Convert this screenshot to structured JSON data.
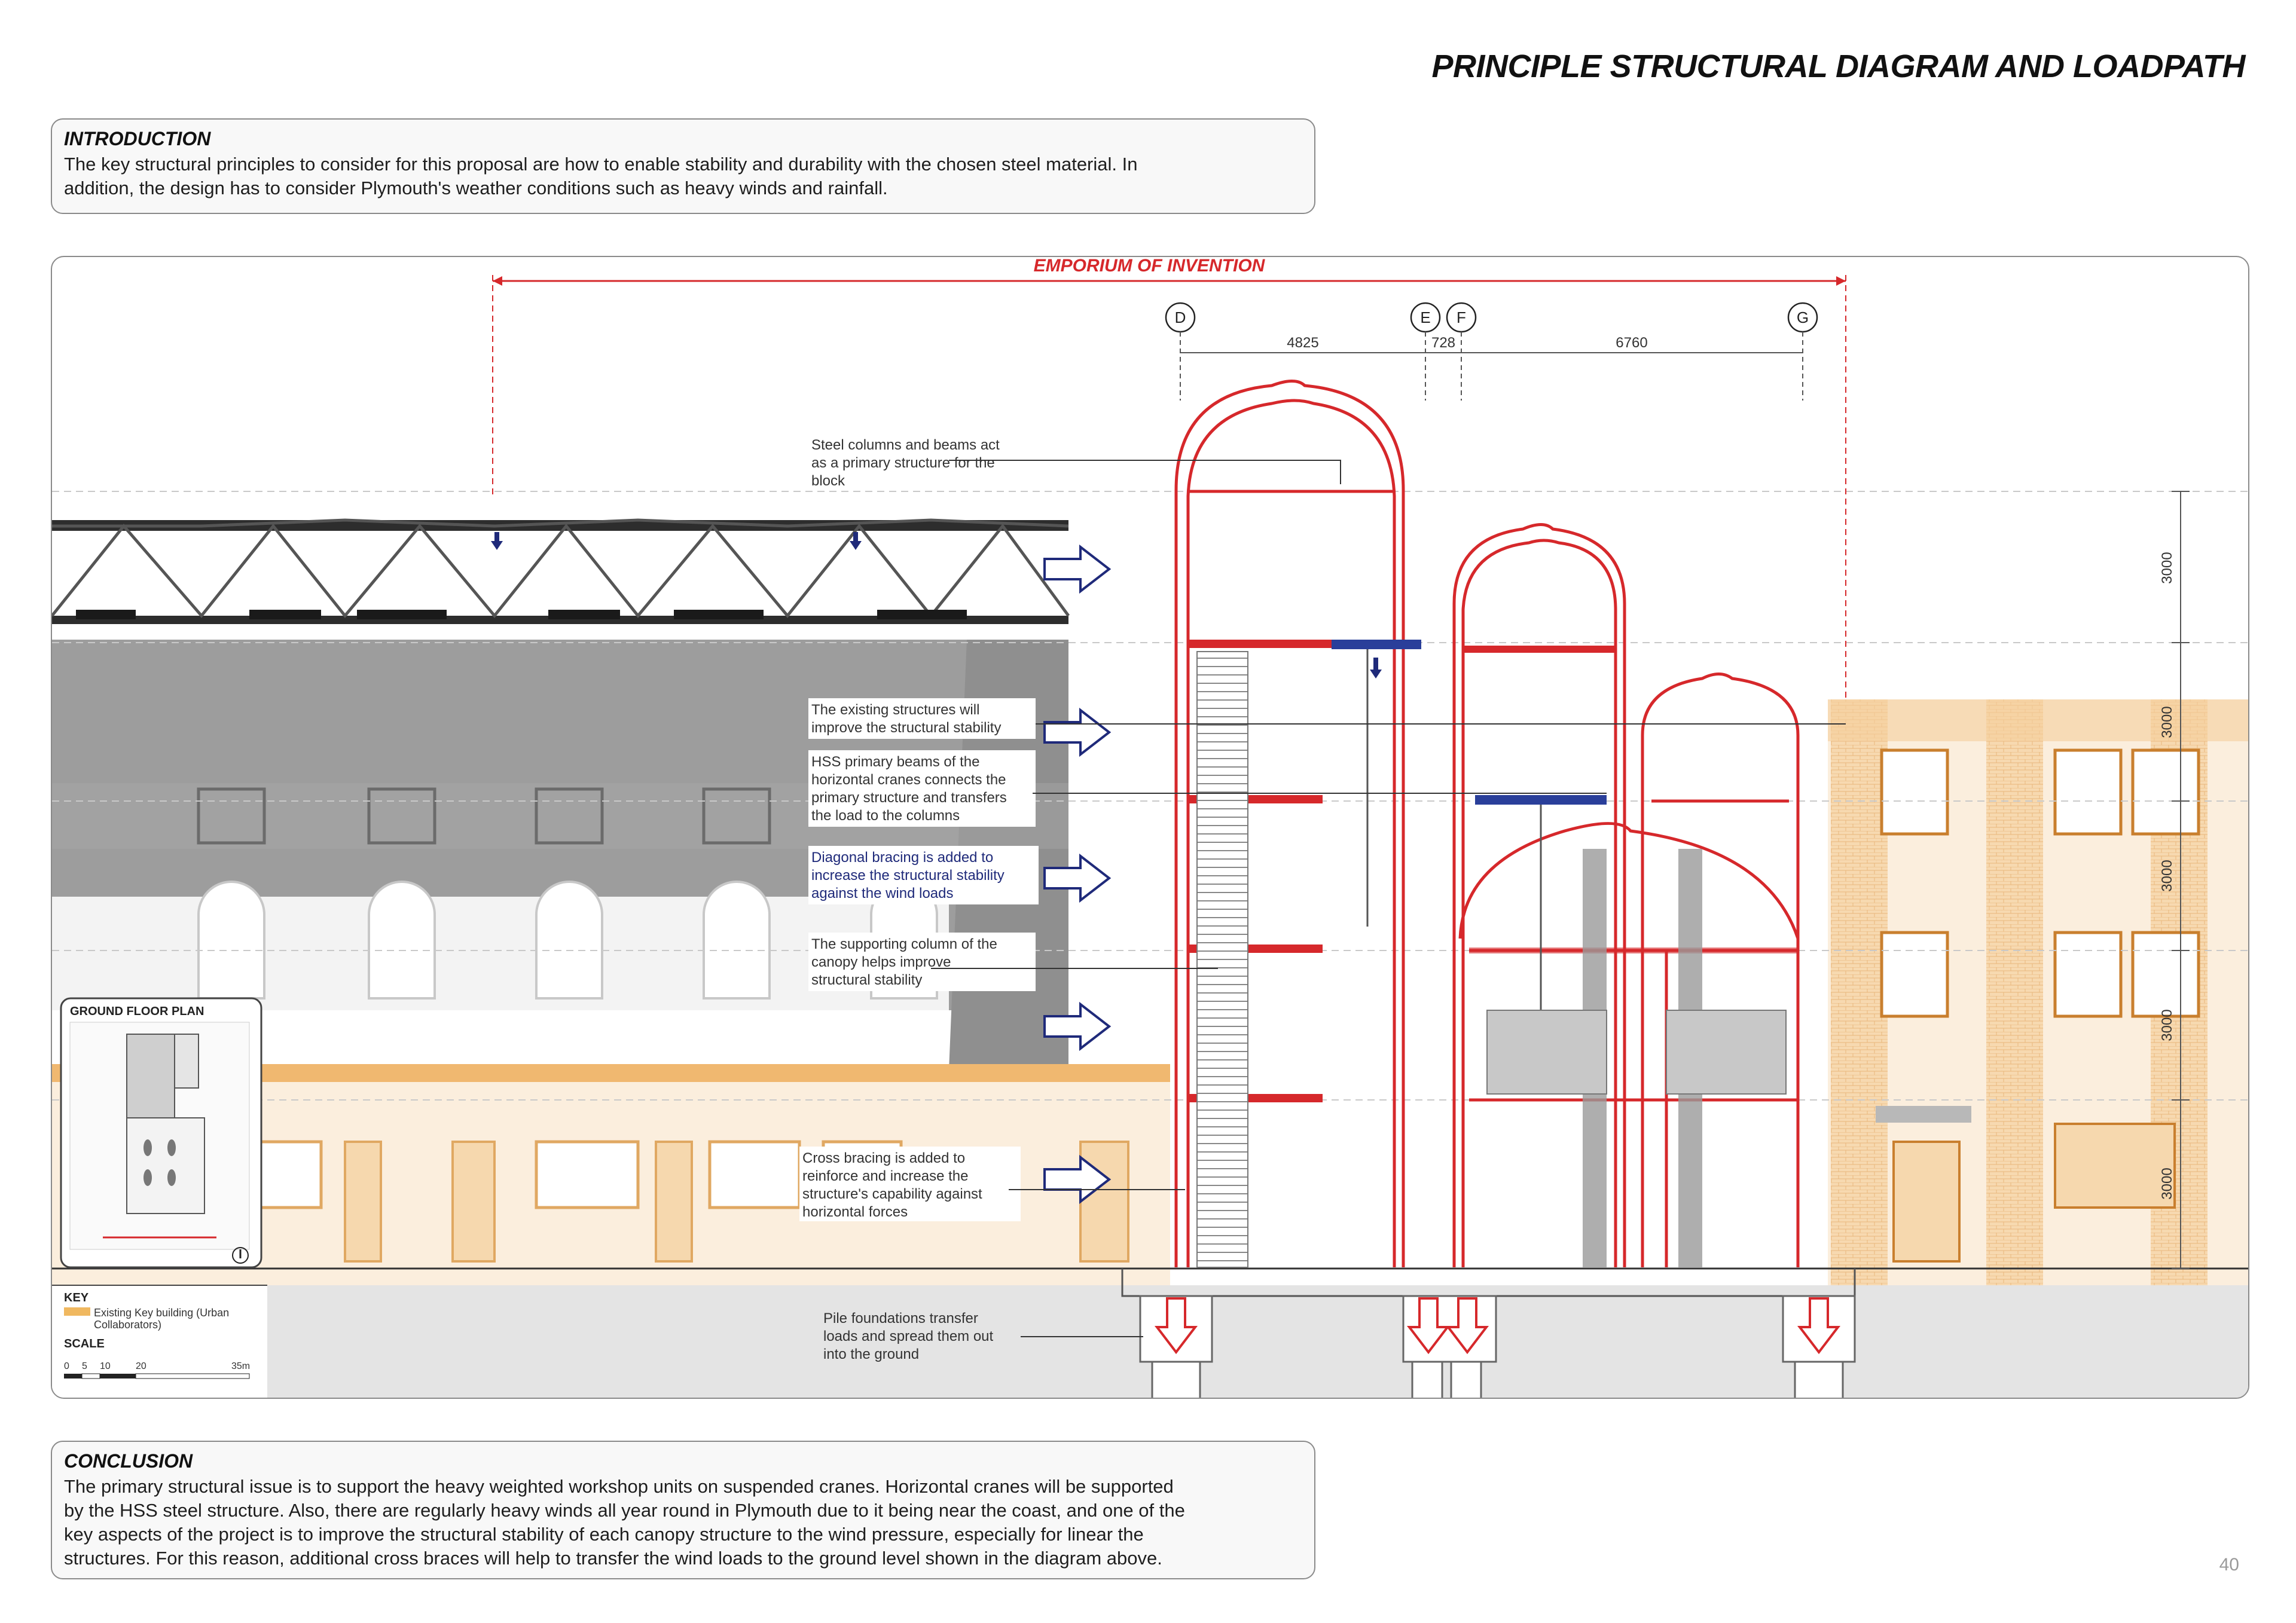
{
  "page_title": "PRINCIPLE STRUCTURAL DIAGRAM AND LOADPATH",
  "introduction": {
    "heading": "INTRODUCTION",
    "line1": "The key structural principles to consider for this proposal are how to enable stability and durability with the chosen steel material. In",
    "line2": "addition, the design has to consider Plymouth's weather conditions such as heavy winds and rainfall."
  },
  "diagram": {
    "project_label": "EMPORIUM OF INVENTION",
    "gridlines": [
      "D",
      "E",
      "F",
      "G"
    ],
    "dimensions": {
      "d_e": "4825",
      "e_f": "728",
      "f_g": "6760"
    },
    "level_heights": [
      "3000",
      "3000",
      "3000",
      "3000",
      "3000"
    ],
    "annotations": {
      "steel_columns": [
        "Steel columns and beams act",
        "as a primary structure for the",
        "block"
      ],
      "existing_structures": [
        "The existing structures will",
        "improve the structural stability"
      ],
      "hss_beams": [
        "HSS primary beams of the",
        "horizontal cranes connects the",
        "primary structure and transfers",
        "the load to the columns"
      ],
      "diagonal_bracing": [
        "Diagonal bracing is added to",
        "increase the structural stability",
        "against the wind loads"
      ],
      "supporting_column": [
        "The supporting column of the",
        "canopy helps improve",
        "structural stability"
      ],
      "cross_bracing": [
        "Cross bracing is added to",
        "reinforce and increase the",
        "structure's capability against",
        "horizontal forces"
      ],
      "pile_foundations": [
        "Pile foundations transfer",
        "loads and spread them out",
        "into the ground"
      ]
    },
    "ground_floor_plan": {
      "title": "GROUND FLOOR PLAN"
    },
    "key": {
      "title": "KEY",
      "item_line1": "Existing Key building (Urban",
      "item_line2": "Collaborators)",
      "item_color": "#f0b860",
      "scale_title": "SCALE",
      "scale_ticks": [
        "0",
        "5",
        "10",
        "20",
        "35m"
      ]
    },
    "colors": {
      "structure_red": "#d6282b",
      "wind_navy": "#1f2a7a",
      "existing_orange": "#f2c08a",
      "grey_context": "#9a9a9a"
    }
  },
  "conclusion": {
    "heading": "CONCLUSION",
    "line1": "The primary structural issue is to support the heavy weighted workshop units on suspended cranes. Horizontal cranes will be supported",
    "line2": "by the HSS steel structure. Also, there are regularly heavy winds all year round in Plymouth due to it being near the coast, and one of the",
    "line3": "key aspects of the project is to improve the structural stability of each canopy structure to the wind pressure, especially for linear the",
    "line4": "structures. For this reason, additional cross braces will help to transfer the wind loads to the ground level shown in the diagram above."
  },
  "page_number": "40"
}
